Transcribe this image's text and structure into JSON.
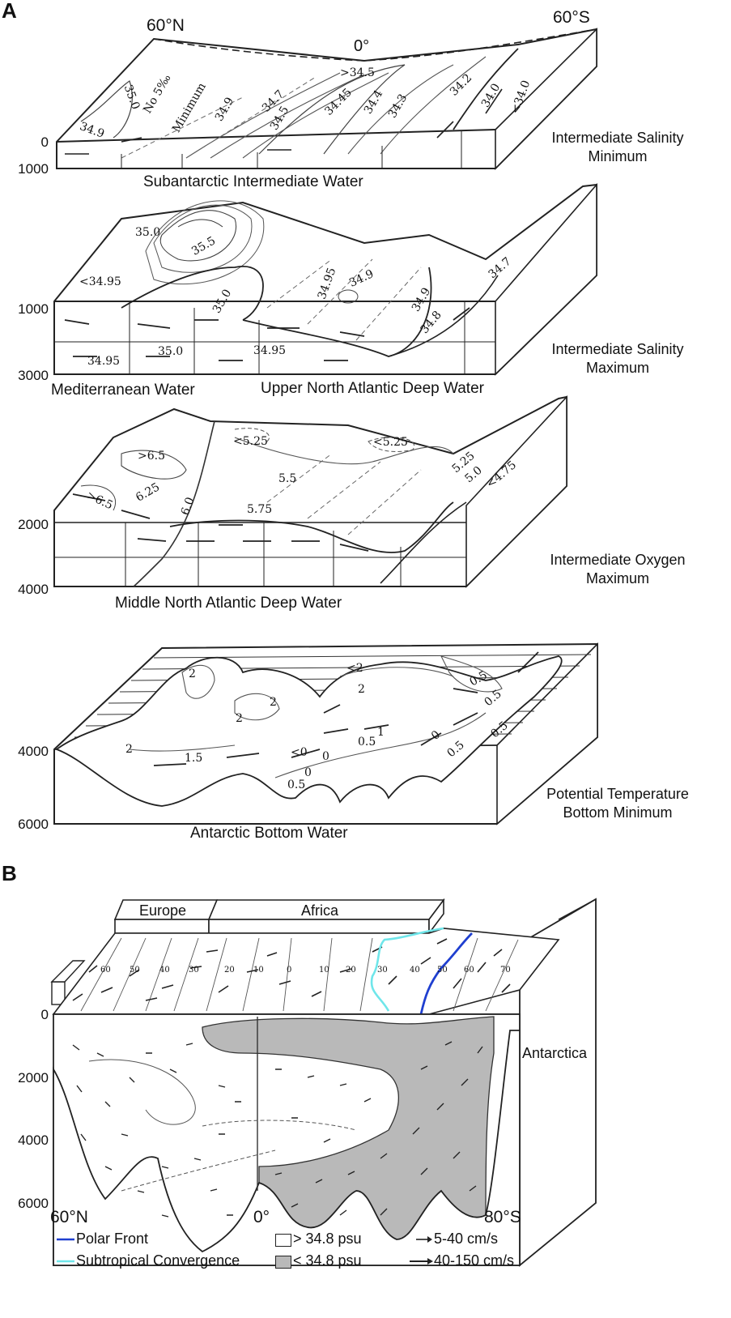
{
  "panel_a": {
    "letter": "A",
    "lat_left": "60°N",
    "lat_mid": "0°",
    "lat_right": "60°S",
    "blocks": [
      {
        "depth_top": "0",
        "depth_bottom": "1000",
        "name": "Subantarctic Intermediate Water",
        "property": [
          "Intermediate Salinity",
          "Minimum"
        ],
        "contours": [
          "34.9",
          "35.0",
          "No 5‰",
          "Minimum",
          "34.9",
          "34.7",
          "34.5",
          ">34.5",
          "34.45",
          "34.4",
          "34.3",
          "34.2",
          "34.0",
          "<34.0"
        ]
      },
      {
        "depth_top": "1000",
        "depth_bottom": "3000",
        "name_left": "Mediterranean Water",
        "name_right": "Upper North Atlantic Deep Water",
        "property": [
          "Intermediate Salinity",
          "Maximum"
        ],
        "contours": [
          "35.0",
          "35.5",
          "<34.95",
          "35.0",
          "34.95",
          "34.9",
          "34.9",
          "34.8",
          "34.7",
          "34.95",
          "35.0",
          "34.95"
        ]
      },
      {
        "depth_top": "2000",
        "depth_bottom": "4000",
        "name": "Middle North Atlantic Deep Water",
        "property": [
          "Intermediate Oxygen",
          "Maximum"
        ],
        "contours": [
          ">6.5",
          "6.25",
          "6.0",
          ">6.5",
          "<5.25",
          "<5.25",
          "5.5",
          "5.75",
          "5.25",
          "5.0",
          "<4.75"
        ]
      },
      {
        "depth_top": "4000",
        "depth_bottom": "6000",
        "name": "Antarctic Bottom Water",
        "property": [
          "Potential Temperature",
          "Bottom Minimum"
        ],
        "contours": [
          "2",
          "2",
          "2",
          "<2",
          "2",
          "0.5",
          "2",
          "1.5",
          "<0",
          "0",
          "0",
          "0.5",
          "1",
          "0.5",
          "0",
          "0.5",
          "0.5",
          "0.5"
        ]
      }
    ]
  },
  "panel_b": {
    "letter": "B",
    "continent_1": "Europe",
    "continent_2": "Africa",
    "continent_3": "Antarctica",
    "depths": [
      "0",
      "2000",
      "4000",
      "6000"
    ],
    "lat_left": "60°N",
    "lat_mid": "0°",
    "lat_right": "80°S",
    "surface_lat_labels": [
      "60",
      "50",
      "40",
      "30",
      "20",
      "10",
      "0",
      "10",
      "20",
      "30",
      "40",
      "50",
      "60",
      "70"
    ],
    "legend": {
      "polar_front": "Polar Front",
      "subtropical": "Subtropical Convergence",
      "high_sal": "> 34.8 psu",
      "low_sal": "< 34.8 psu",
      "slow": "5-40 cm/s",
      "fast": "40-150 cm/s"
    },
    "colors": {
      "polar_front": "#1f3fd0",
      "subtropical": "#6fe6ea",
      "low_salinity_fill": "#b9b9b9"
    }
  }
}
